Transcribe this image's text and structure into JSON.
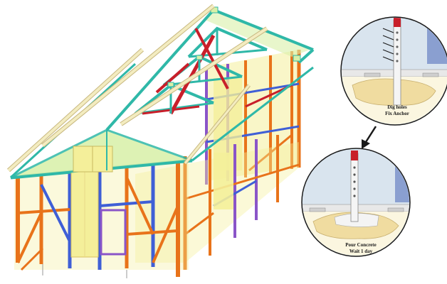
{
  "detail_top": {
    "line1": "Dig holes",
    "line2": "Fix Anchor"
  },
  "detail_bottom": {
    "line1": "Pour Concrete",
    "line2": "Wait 1 day"
  },
  "colors": {
    "orange_stud": "#e8731a",
    "blue_brace": "#3f5fd6",
    "purple_frame": "#8a55c8",
    "teal_truss": "#2fb8a8",
    "red_brace": "#c81f2a",
    "yellow_panel": "#f4ef9a",
    "green_roof": "#d8f0a8",
    "cream_rafter": "#f3ecc0",
    "sand": "#f0dca0",
    "circle_bg": "#d9e4ee",
    "wall_blue": "#8a9fd0"
  }
}
